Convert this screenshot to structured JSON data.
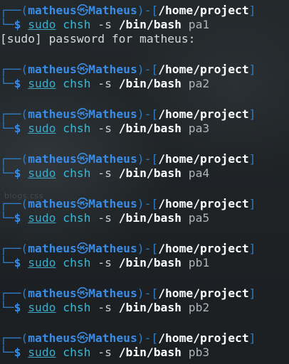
{
  "prompt": {
    "open": "┌──(",
    "user": "matheus",
    "skull": "㉿",
    "host": "Matheus",
    "mid": ")-[",
    "path": "/home/project",
    "close": "]",
    "corner": "└─",
    "dollar": "$"
  },
  "command": {
    "sudo": "sudo",
    "chsh": "chsh",
    "flag": "-s",
    "shell": "/bin/bash"
  },
  "commands": [
    {
      "arg": "pa1",
      "output": "[sudo] password for matheus:"
    },
    {
      "arg": "pa2",
      "output": ""
    },
    {
      "arg": "pa3",
      "output": ""
    },
    {
      "arg": "pa4",
      "output": ""
    },
    {
      "arg": "pa5",
      "output": ""
    },
    {
      "arg": "pb1",
      "output": ""
    },
    {
      "arg": "pb2",
      "output": ""
    },
    {
      "arg": "pb3",
      "output": ""
    }
  ],
  "watermark": "blogs.css",
  "colors": {
    "background": "#1f2326",
    "prompt_blue": "#3a8ce6",
    "command_cyan": "#37b9d6",
    "path_white": "#ffffff"
  }
}
